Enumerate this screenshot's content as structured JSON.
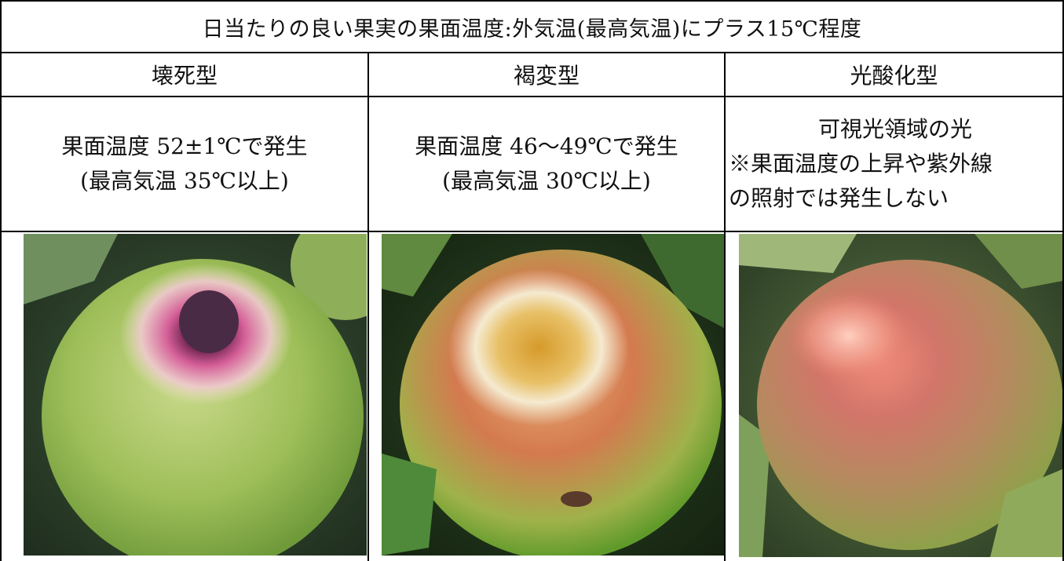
{
  "title": "日当たりの良い果実の果面温度:外気温(最高気温)にプラス15℃程度",
  "columns": [
    {
      "header": "壊死型",
      "condition_line1": "果面温度 52±1℃で発生",
      "condition_line2": "(最高気温 35℃以上)"
    },
    {
      "header": "褐変型",
      "condition_line1": "果面温度 46〜49℃で発生",
      "condition_line2": "(最高気温 30℃以上)"
    },
    {
      "header": "光酸化型",
      "condition_line1": "可視光領域の光",
      "condition_line2": "※果面温度の上昇や紫外線",
      "condition_line3": "の照射では発生しない"
    }
  ]
}
